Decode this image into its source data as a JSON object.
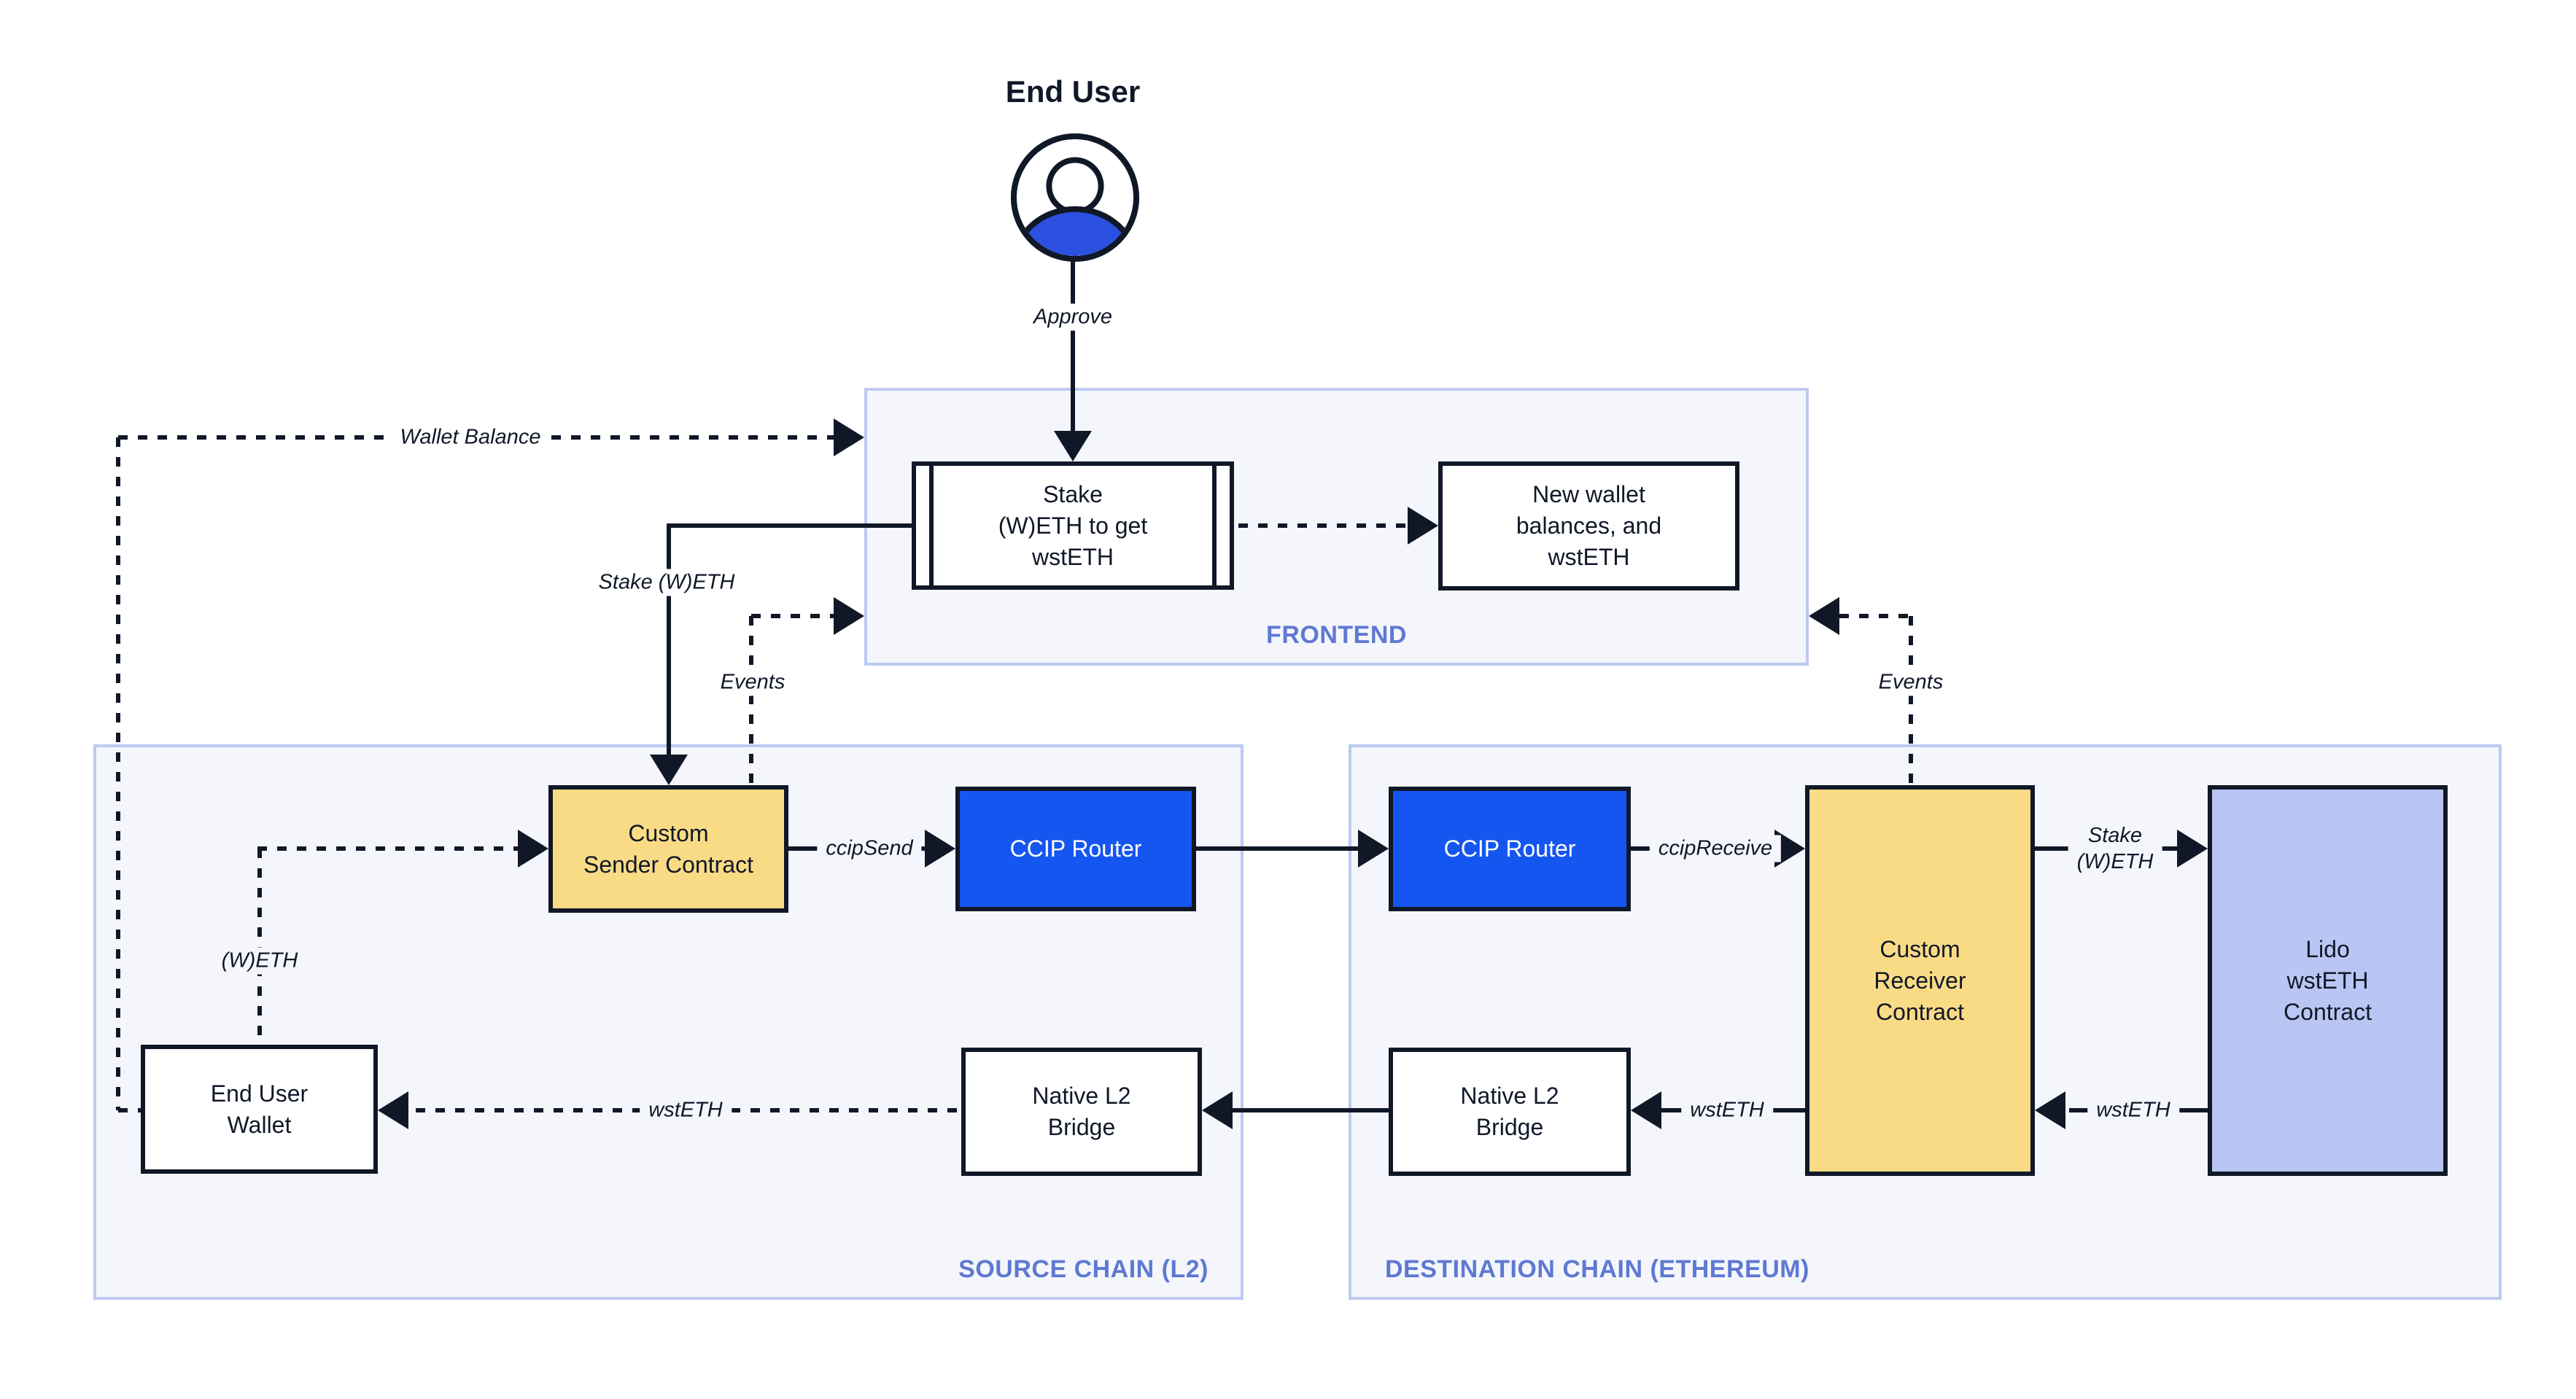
{
  "palette": {
    "ink": "#101828",
    "router_blue": "#1656F0",
    "contract_yellow": "#FADB85",
    "contract_lavender": "#B9C6F3",
    "container_fill": "#F4F6FC",
    "container_border": "#BCC9F2",
    "chain_label": "#5F79D2",
    "icon_blue": "#2C50E0"
  },
  "end_user": {
    "title": "End User",
    "icon": "person-icon"
  },
  "frontend": {
    "label": "FRONTEND",
    "stake_box": {
      "line1": "Stake",
      "line2": "(W)ETH to get",
      "line3": "wstETH"
    },
    "new_wallet_box": {
      "line1": "New wallet",
      "line2": "balances, and",
      "line3": "wstETH"
    }
  },
  "source_chain": {
    "label": "SOURCE CHAIN (L2)",
    "sender_contract": {
      "line1": "Custom",
      "line2": "Sender Contract"
    },
    "ccip_router": "CCIP Router",
    "end_user_wallet": {
      "line1": "End User",
      "line2": "Wallet"
    },
    "native_bridge": {
      "line1": "Native L2",
      "line2": "Bridge"
    }
  },
  "destination_chain": {
    "label": "DESTINATION CHAIN (ETHEREUM)",
    "ccip_router": "CCIP Router",
    "receiver_contract": {
      "line1": "Custom",
      "line2": "Receiver",
      "line3": "Contract"
    },
    "lido_contract": {
      "line1": "Lido",
      "line2": "wstETH",
      "line3": "Contract"
    },
    "native_bridge": {
      "line1": "Native L2",
      "line2": "Bridge"
    }
  },
  "annotations": {
    "approve": "Approve",
    "wallet_balance": "Wallet Balance",
    "stake_weth": "Stake (W)ETH",
    "events_left": "Events",
    "events_right": "Events",
    "ccip_send": "ccipSend",
    "ccip_receive": "ccipReceive",
    "stake_weth_dest": {
      "line1": "Stake",
      "line2": "(W)ETH"
    },
    "weth": "(W)ETH",
    "wsteth_source": "wstETH",
    "wsteth_receiver_to_bridge": "wstETH",
    "wsteth_lido_to_receiver": "wstETH"
  }
}
